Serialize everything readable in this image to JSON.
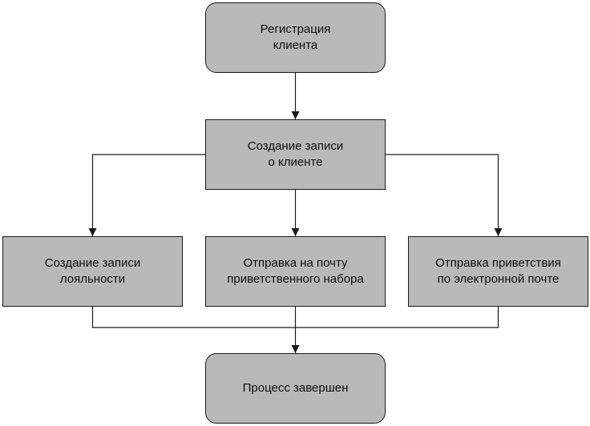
{
  "diagram": {
    "nodes": {
      "registration": {
        "label": "Регистрация\nклиента",
        "shape": "rounded"
      },
      "create_record": {
        "label": "Создание записи\nо клиенте",
        "shape": "rect"
      },
      "loyalty": {
        "label": "Создание записи\nлояльности",
        "shape": "rect"
      },
      "welcome_kit": {
        "label": "Отправка на почту\nприветственного набора",
        "shape": "rect"
      },
      "welcome_email": {
        "label": "Отправка приветствия\nпо электронной почте",
        "shape": "rect"
      },
      "complete": {
        "label": "Процесс завершен",
        "shape": "rounded"
      }
    },
    "edges": [
      {
        "from": "registration",
        "to": "create_record"
      },
      {
        "from": "create_record",
        "to": "loyalty"
      },
      {
        "from": "create_record",
        "to": "welcome_kit"
      },
      {
        "from": "create_record",
        "to": "welcome_email"
      },
      {
        "from": "loyalty",
        "to": "complete"
      },
      {
        "from": "welcome_kit",
        "to": "complete"
      },
      {
        "from": "welcome_email",
        "to": "complete"
      }
    ],
    "colors": {
      "box_fill": "#b9b9b9",
      "box_border": "#1a1a1a",
      "line": "#1a1a1a",
      "text": "#111111"
    }
  }
}
